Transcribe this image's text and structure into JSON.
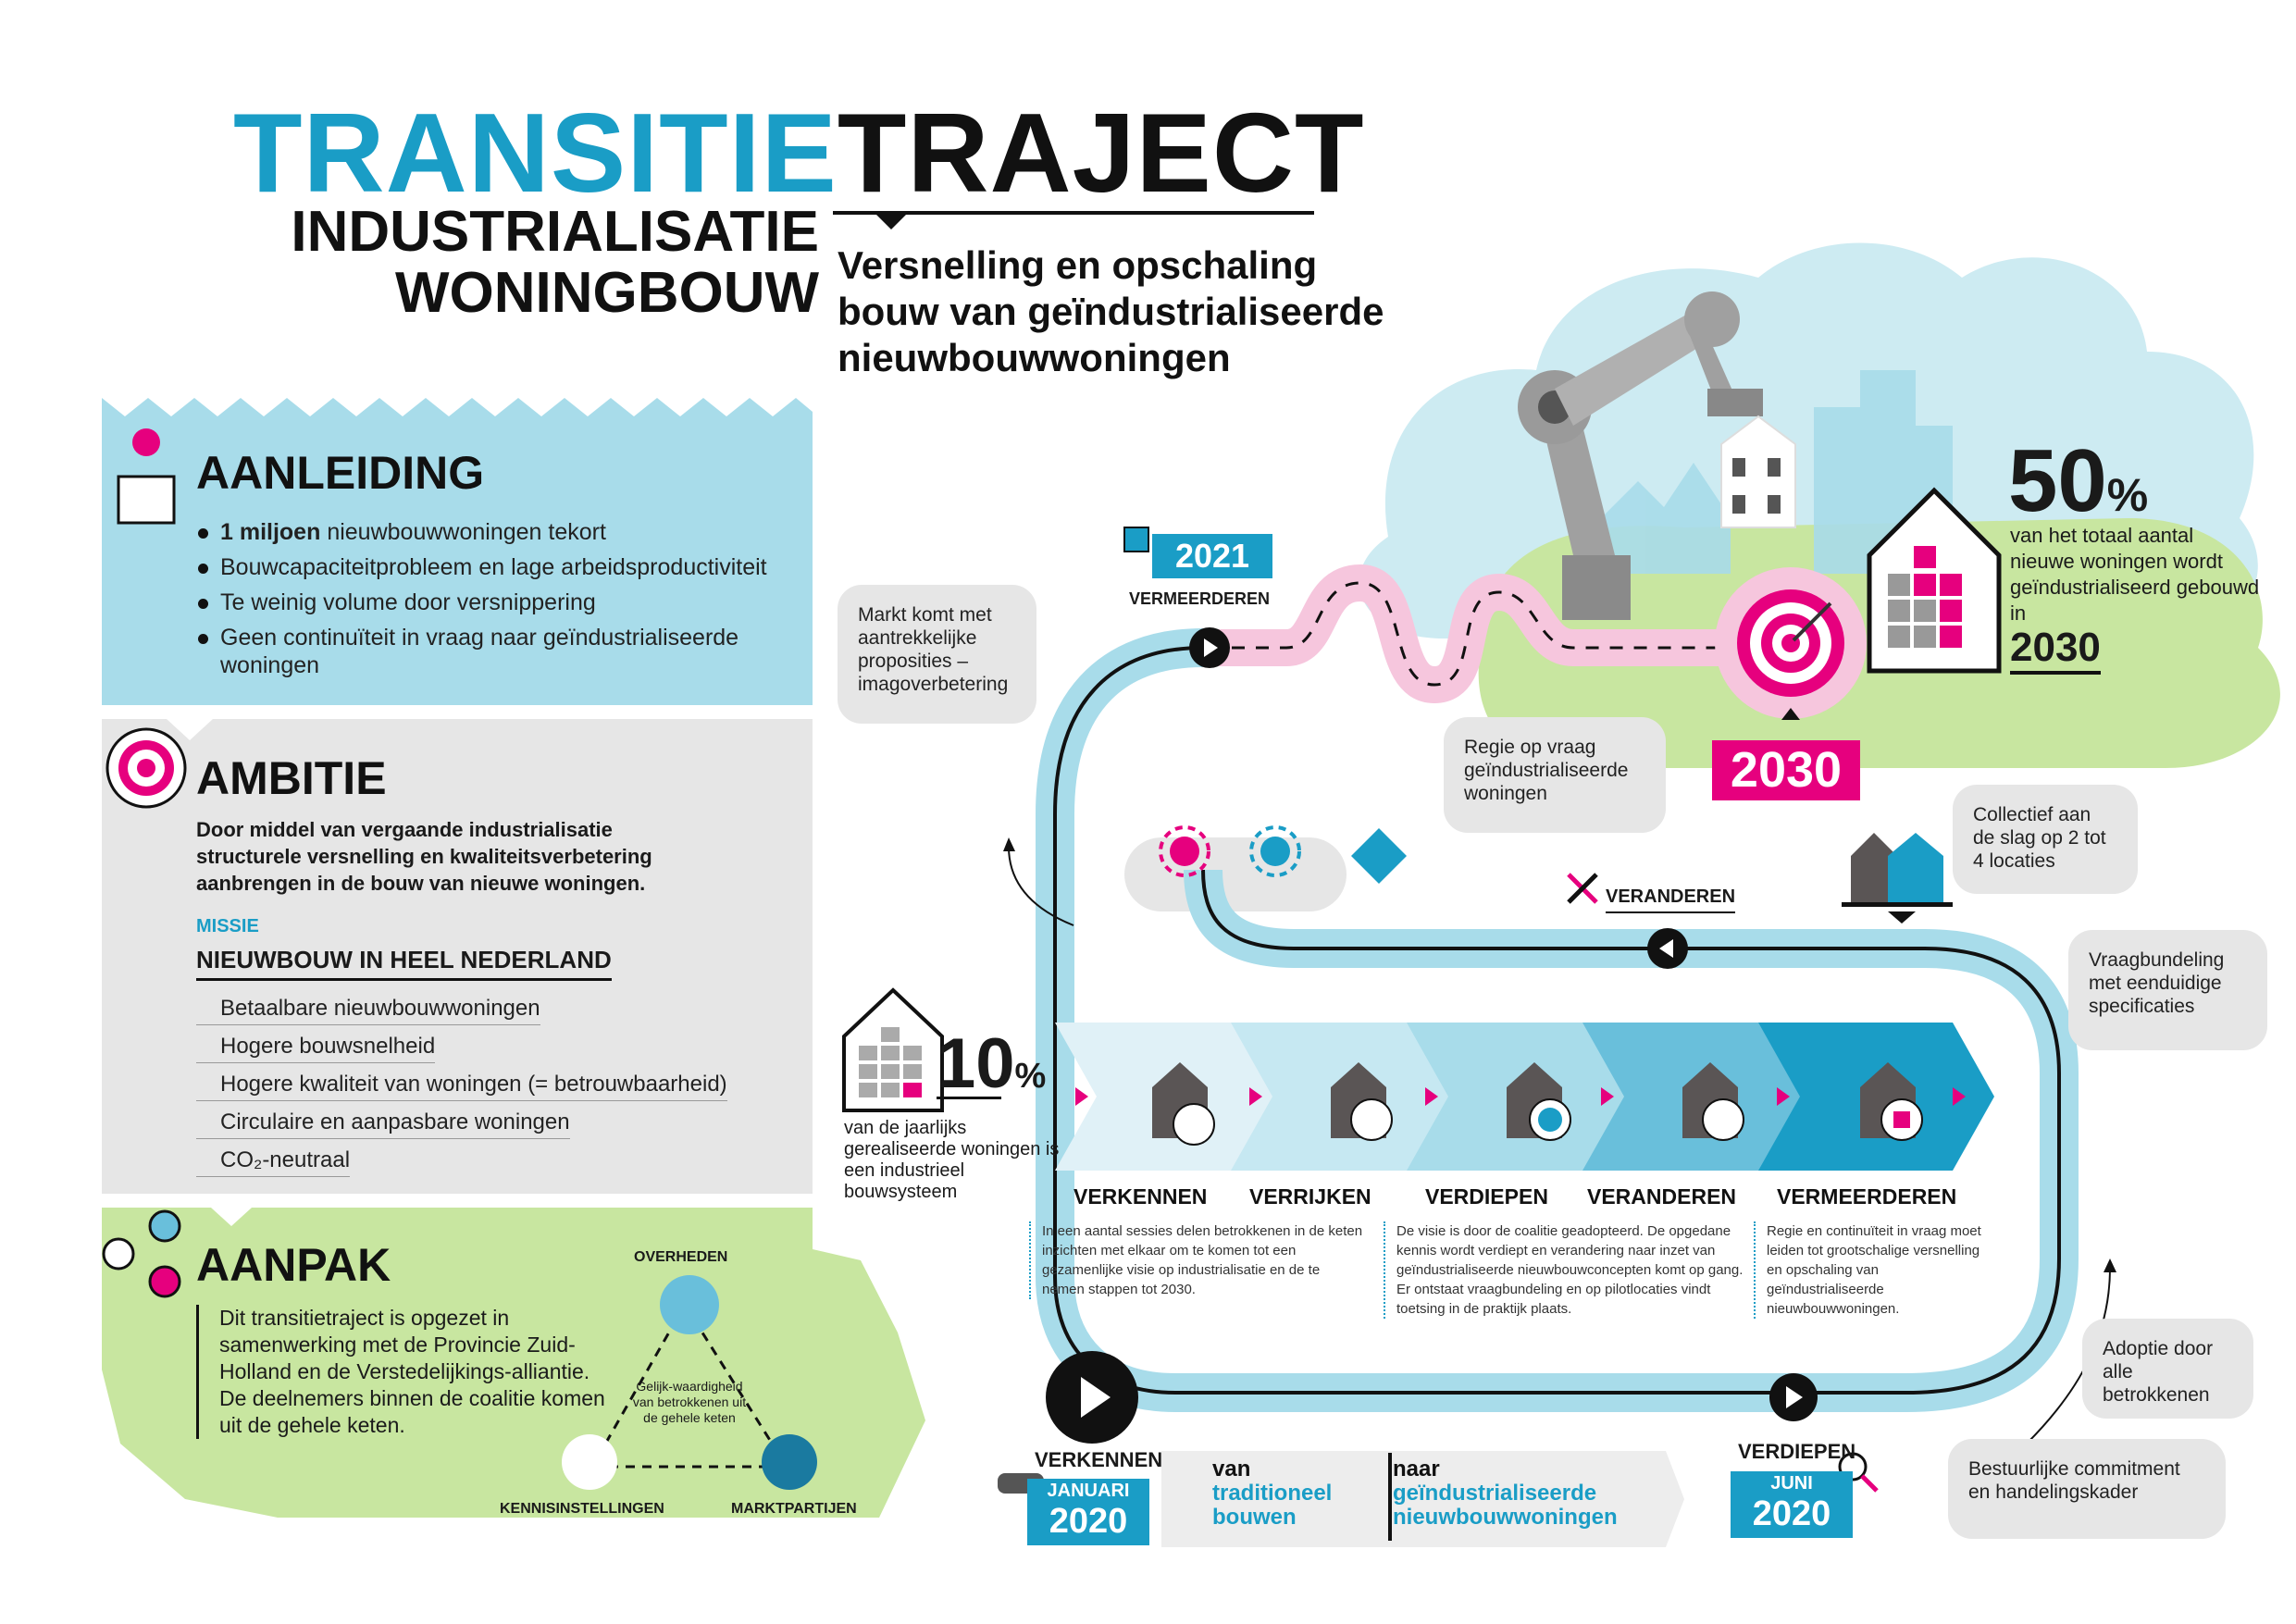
{
  "title": {
    "part1": "TRANSITIE",
    "part2": "TRAJECT"
  },
  "subtitle": {
    "line1": "INDUSTRIALISATIE",
    "line2": "WONINGBOUW"
  },
  "tagline": {
    "line1": "Versnelling en opschaling",
    "line2": "bouw van geïndustrialiseerde",
    "line3": "nieuwbouwwoningen"
  },
  "aanleiding": {
    "heading": "AANLEIDING",
    "items": [
      {
        "bold": "1 miljoen",
        "text": " nieuwbouwwoningen tekort"
      },
      {
        "bold": "",
        "text": "Bouwcapaciteitprobleem en lage arbeidsproductiviteit"
      },
      {
        "bold": "",
        "text": "Te weinig volume door versnippering"
      },
      {
        "bold": "",
        "text": "Geen continuïteit in vraag naar geïndustrialiseerde woningen"
      }
    ]
  },
  "ambitie": {
    "heading": "AMBITIE",
    "text": "Door middel van vergaande industrialisatie structurele versnelling en kwaliteitsverbetering aanbrengen in de bouw van nieuwe woningen.",
    "missie_label": "MISSIE",
    "missie_title": "NIEUWBOUW IN HEEL NEDERLAND",
    "items": [
      "Betaalbare nieuwbouwwoningen",
      "Hogere bouwsnelheid",
      "Hogere kwaliteit van woningen (= betrouwbaarheid)",
      "Circulaire en aanpasbare woningen",
      "CO₂-neutraal"
    ]
  },
  "aanpak": {
    "heading": "AANPAK",
    "text": "Dit transitietraject is opgezet in samenwerking met de Provincie Zuid-Holland en de Verstedelijkings-alliantie. De deelnemers binnen de coalitie komen uit de gehele keten.",
    "triangle": {
      "top": "OVERHEDEN",
      "left": "KENNISINSTELLINGEN",
      "right": "MARKTPARTIJEN",
      "center": "Gelijk-waardigheid van betrokkenen uit de gehele keten"
    }
  },
  "stat50": {
    "number": "50",
    "unit": "%",
    "text": "van het totaal aantal nieuwe woningen wordt geïndustrialiseerd gebouwd in",
    "year": "2030"
  },
  "stat10": {
    "number": "10",
    "unit": "%",
    "text": "van de jaarlijks gerealiseerde woningen is een industrieel bouwsysteem"
  },
  "milestones": {
    "y2021": "2021",
    "y2021_label": "VERMEERDEREN",
    "y2030": "2030",
    "veranderen": "VERANDEREN",
    "start_label": "VERKENNEN",
    "start_month": "JANUARI",
    "start_year": "2020",
    "mid_label": "VERDIEPEN",
    "mid_month": "JUNI",
    "mid_year": "2020"
  },
  "bubbles": {
    "markt": "Markt komt met aantrekkelijke proposities – imagoverbetering",
    "regie": "Regie op vraag geïndustrialiseerde woningen",
    "collectief": "Collectief aan de slag op 2 tot 4 locaties",
    "vraag": "Vraagbundeling met eenduidige specificaties",
    "adoptie": "Adoptie door alle betrokkenen",
    "bestuur": "Bestuurlijke commitment en handelingskader"
  },
  "phases": [
    {
      "label": "VERKENNEN"
    },
    {
      "label": "VERRIJKEN"
    },
    {
      "label": "VERDIEPEN"
    },
    {
      "label": "VERANDEREN"
    },
    {
      "label": "VERMEERDEREN"
    }
  ],
  "phase_texts": {
    "t1": "In een aantal sessies delen betrokkenen in de keten inzichten met elkaar om te komen tot een gezamenlijke visie op industrialisatie en de te nemen stappen tot 2030.",
    "t2": "De visie is door de coalitie geadopteerd. De opgedane kennis wordt verdiept en verandering naar inzet van geïndustrialiseerde nieuwbouwconcepten komt op gang. Er ontstaat vraagbundeling en op pilotlocaties vindt toetsing in de praktijk plaats.",
    "t3": "Regie en continuïteit in vraag moet leiden tot grootschalige versnelling en opschaling van geïndustrialiseerde nieuwbouwwoningen."
  },
  "from_to": {
    "from1": "van",
    "from2": "traditioneel",
    "from3": "bouwen",
    "to1": "naar",
    "to2": "geïndustrialiseerde",
    "to3": "nieuwbouwwoningen"
  },
  "colors": {
    "blue": "#1a9dc6",
    "lightblue": "#a8dcea",
    "pink": "#e6007e",
    "lightpink": "#f6c6dd",
    "green": "#c8e6a0",
    "grey": "#e6e6e6"
  }
}
